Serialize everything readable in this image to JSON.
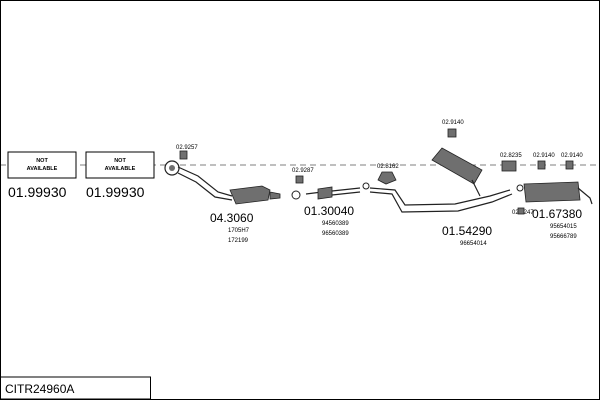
{
  "not_available_box_1": {
    "line1": "NOT",
    "line2": "AVAILABLE",
    "number": "01.99930"
  },
  "not_available_box_2": {
    "line1": "NOT",
    "line2": "AVAILABLE",
    "number": "01.99930"
  },
  "catalytic_converter": {
    "number": "04.3060",
    "ref1": "1705H7",
    "ref2": "172199",
    "clamp": "02.9257"
  },
  "front_silencer": {
    "number": "01.30040",
    "ref1": "94560389",
    "ref2": "96560389",
    "clamp": "02.9287"
  },
  "middle_pipe": {
    "number": "01.54290",
    "ref1": "96654014",
    "clamp_top": "02.9140",
    "mount": "02.8162"
  },
  "rear_silencer": {
    "number": "01.67380",
    "ref1": "95654015",
    "ref2": "95666789",
    "mount1": "02.8235",
    "mount2": "02.9140",
    "mount3": "02.9140",
    "clamp": "02.9247"
  },
  "title": "CITR24960A"
}
